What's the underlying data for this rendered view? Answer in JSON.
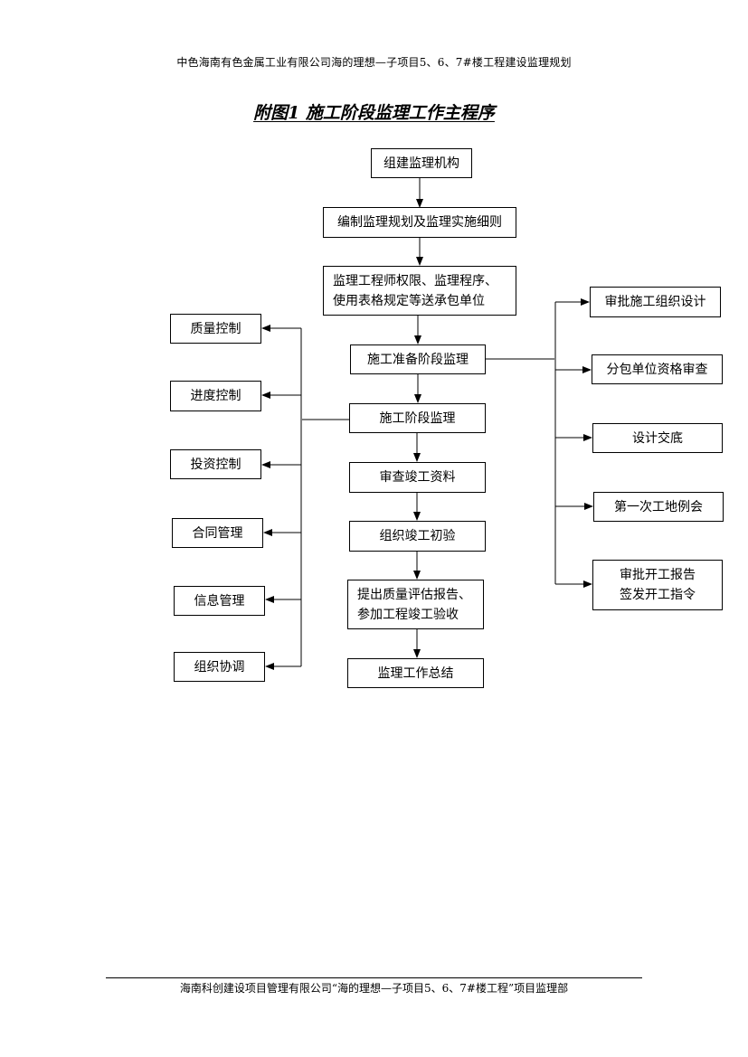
{
  "header": {
    "text": "中色海南有色金属工业有限公司海的理想—子项目5、6、7#楼工程建设监理规划"
  },
  "title": "附图1  施工阶段监理工作主程序",
  "main_flow": [
    "组建监理机构",
    "编制监理规划及监理实施细则",
    "监理工程师权限、监理程序、\n使用表格规定等送承包单位",
    "施工准备阶段监理",
    "施工阶段监理",
    "审查竣工资料",
    "组织竣工初验",
    "提出质量评估报告、\n参加工程竣工验收",
    "监理工作总结"
  ],
  "left_branch": [
    "质量控制",
    "进度控制",
    "投资控制",
    "合同管理",
    "信息管理",
    "组织协调"
  ],
  "right_branch": [
    "审批施工组织设计",
    "分包单位资格审查",
    "设计交底",
    "第一次工地例会",
    "审批开工报告\n签发开工指令"
  ],
  "footer": {
    "text": "海南科创建设项目管理有限公司“海的理想—子项目5、6、7#楼工程”项目监理部"
  }
}
